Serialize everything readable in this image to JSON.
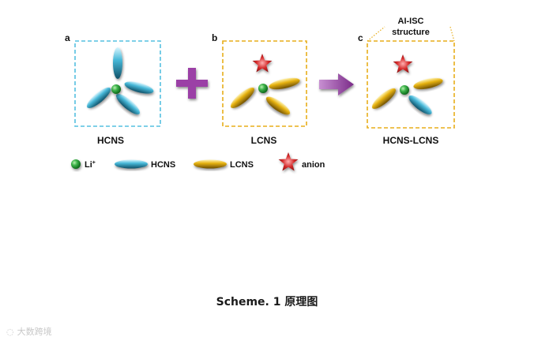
{
  "panels": [
    {
      "letter": "a",
      "name": "HCNS",
      "color": "#3fb4d6"
    },
    {
      "letter": "b",
      "name": "LCNS",
      "color": "#e8ae1a"
    },
    {
      "letter": "c",
      "name": "HCNS-LCNS",
      "color": "#e8ae1a"
    }
  ],
  "structure_label": [
    "AI-ISC",
    "structure"
  ],
  "legend": [
    {
      "icon": "li-ion-sphere",
      "label": "Li",
      "sup": "+"
    },
    {
      "icon": "hcns-ellipsoid",
      "label": "HCNS"
    },
    {
      "icon": "lcns-ellipsoid",
      "label": "LCNS"
    },
    {
      "icon": "anion-star",
      "label": "anion"
    }
  ],
  "colors": {
    "li": "#3db34a",
    "hcns": "#47b8d8",
    "lcns": "#e6b212",
    "anion": "#d42a2a",
    "operator": "#9b3fa6"
  },
  "caption": "Scheme. 1 原理图",
  "watermark": "大数跨境"
}
